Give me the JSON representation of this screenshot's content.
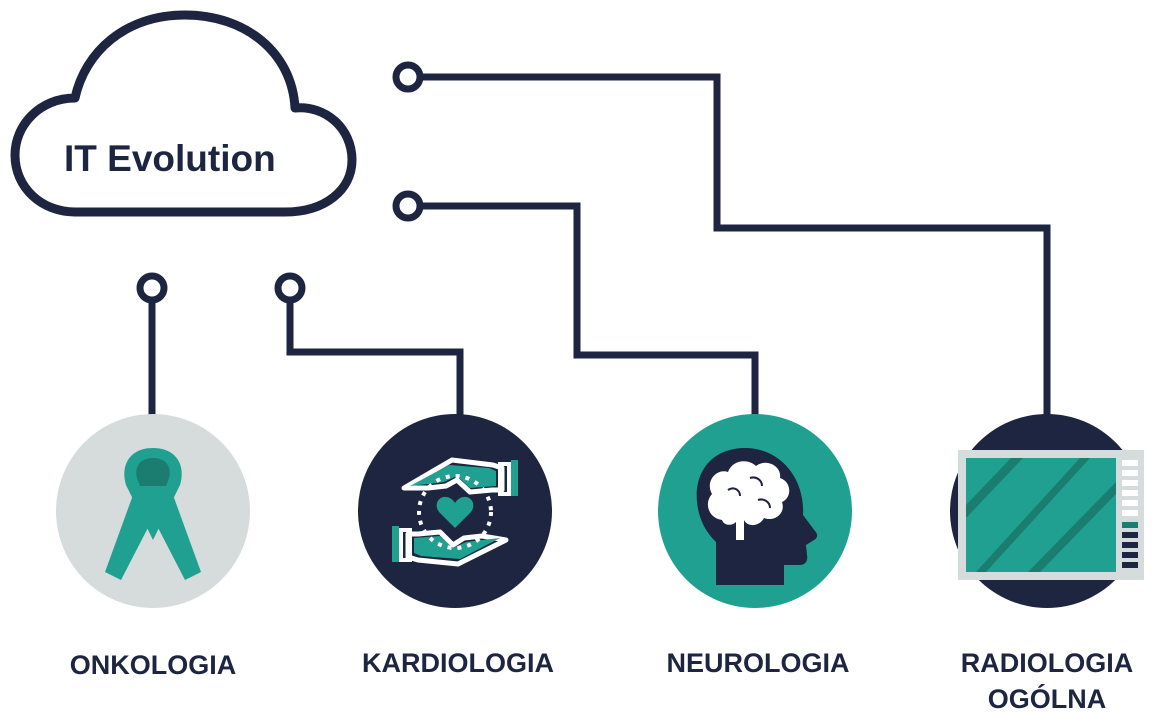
{
  "cloud": {
    "title": "IT Evolution"
  },
  "departments": [
    {
      "id": "onkologia",
      "label": "ONKOLOGIA",
      "icon": "awareness-ribbon-icon"
    },
    {
      "id": "kardiologia",
      "label": "KARDIOLOGIA",
      "icon": "caring-hands-heart-icon"
    },
    {
      "id": "neurologia",
      "label": "NEUROLOGIA",
      "icon": "head-brain-icon"
    },
    {
      "id": "radiologia",
      "label_line1": "RADIOLOGIA",
      "label_line2": "OGÓLNA",
      "icon": "medical-monitor-icon"
    }
  ],
  "colors": {
    "navy": "#1d2540",
    "teal": "#20a090",
    "teal_dark": "#1a7d70",
    "light_grey": "#d6dcdb",
    "white": "#ffffff"
  }
}
